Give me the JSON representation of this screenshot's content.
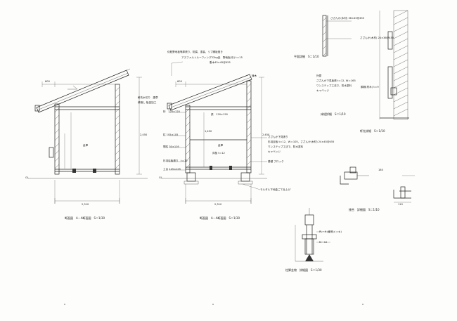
{
  "captions": {
    "section1": "断面図　A－A断面図　S＝1/30",
    "section2": "断面図　A－A断面図　S＝1/30",
    "plan_detail": "平面詳細　S＝1/10",
    "floor_detail": "床組詳細　S＝1/10",
    "eave_detail": "軒先詳細　S＝1/10",
    "post_detail": "柱脚金物　詳細図　S＝1/30",
    "joint_detail": "接合　詳細図　S＝1/10"
  },
  "dims": {
    "width1": "2,310",
    "width2": "2,310",
    "height1": "2,450",
    "height2": "2,450",
    "height3": "1,450",
    "dim_600": "600",
    "dim_180": "180",
    "dim_110": "110"
  },
  "rooms": {
    "room1": "倉庫",
    "room2": "倉庫"
  },
  "notes": {
    "roof_top": "化粧野地板等厚張り、防腐、塗装、リブ鋼板葺き",
    "roof_2": "アスファルトルーフィング22kg品　野地板(杉) t＝15",
    "roof_3": "垂木45×45@455",
    "ridge": "棟木",
    "beam_1": "桁　120×120",
    "beam_2": "梁　120×150",
    "post": "柱 105×105",
    "wall": "杉羽目板張り　t＝12",
    "stud": "間柱 30×105",
    "floor": "床板 t＝12",
    "sill": "土台 105×105",
    "found": "基礎 ブロック",
    "gl": "GL",
    "r1": "さざんか下見張り",
    "r2": "杉羽目板 t＝12、W＝105、さざんか(木材) 24×45@455",
    "r3": "ワンステップ工法で、防水塗料",
    "r4": "キャベッジ",
    "top_r1": "さざんか(木材) 36×45@455",
    "top_r2": "さざんか(木材) 24×36@455",
    "mid_r1": "外壁",
    "mid_r2": "さざんか下見板張 t＝12, W＝165",
    "mid_r3": "ワンステップ工法で、防水塗料",
    "mid_r4": "キャベッジ",
    "mid_r5": "胴縁(材木) t＝9",
    "base_note": "モルタル下地金ごて仕上げ",
    "pl": "PL－9 (亜鉛メッキ)",
    "m12": "M－12",
    "left_note": "軒先水切り　唐草",
    "left_note2": "鼻隠し 板金加工"
  }
}
